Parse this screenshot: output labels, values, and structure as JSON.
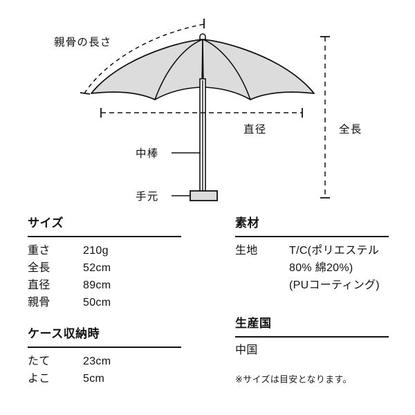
{
  "diagram": {
    "labels": {
      "rib_length": "親骨の長さ",
      "diameter": "直径",
      "total_length": "全長",
      "shaft": "中棒",
      "handle": "手元"
    },
    "colors": {
      "canopy_fill": "#dcdcdc",
      "outline": "#111111",
      "handle_fill": "#dcdcdc"
    }
  },
  "spec": {
    "size": {
      "heading": "サイズ",
      "rows": [
        {
          "label": "重さ",
          "value": "210g"
        },
        {
          "label": "全長",
          "value": "52cm"
        },
        {
          "label": "直径",
          "value": "89cm"
        },
        {
          "label": "親骨",
          "value": "50cm"
        }
      ]
    },
    "case": {
      "heading": "ケース収納時",
      "rows": [
        {
          "label": "たて",
          "value": "23cm"
        },
        {
          "label": "よこ",
          "value": "5cm"
        }
      ]
    },
    "material": {
      "heading": "素材",
      "rows": [
        {
          "label": "生地",
          "value": "T/C(ポリエステル\n80% 綿20%)\n(PUコーティング)"
        }
      ]
    },
    "origin": {
      "heading": "生産国",
      "value": "中国"
    },
    "note": "※サイズは目安となります。"
  }
}
